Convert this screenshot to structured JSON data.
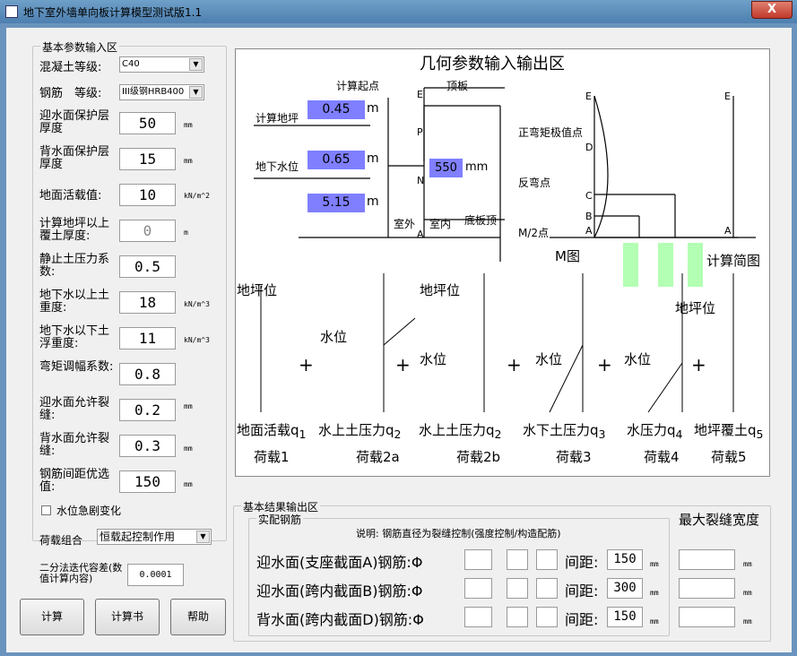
{
  "window": {
    "title": "地下室外墙单向板计算模型测试版1.1",
    "close": "X"
  },
  "params": {
    "title": "基本参数输入区",
    "concrete_label": "混凝土等级:",
    "concrete_value": "C40",
    "rebar_label": "钢筋　等级:",
    "rebar_value": "III级钢HRB400",
    "cover_water": {
      "label": "迎水面保护层厚度",
      "value": "50",
      "unit": "mm"
    },
    "cover_back": {
      "label": "背水面保护层厚度",
      "value": "15",
      "unit": "mm"
    },
    "live_load": {
      "label": "地面活载值:",
      "value": "10",
      "unit": "kN/m^2"
    },
    "soil_thick": {
      "label": "计算地坪以上覆土厚度:",
      "value": "0",
      "unit": "m"
    },
    "k0": {
      "label": "静止土压力系数:",
      "value": "0.5"
    },
    "gamma_above": {
      "label": "地下水以上土重度:",
      "value": "18",
      "unit": "kN/m^3"
    },
    "gamma_below": {
      "label": "地下水以下土浮重度:",
      "value": "11",
      "unit": "kN/m^3"
    },
    "moment_adj": {
      "label": "弯矩调幅系数:",
      "value": "0.8"
    },
    "crack_water": {
      "label": "迎水面允许裂缝:",
      "value": "0.2",
      "unit": "mm"
    },
    "crack_back": {
      "label": "背水面允许裂缝:",
      "value": "0.3",
      "unit": "mm"
    },
    "spacing": {
      "label": "钢筋间距优选值:",
      "value": "150",
      "unit": "mm"
    },
    "water_change": "水位急剧变化",
    "combo_label": "荷载组合",
    "combo_value": "恒载起控制作用",
    "tol_label": "二分法迭代容差(数值计算内容)",
    "tol_value": "0.0001"
  },
  "buttons": {
    "calc": "计算",
    "report": "计算书",
    "help": "帮助"
  },
  "canvas": {
    "title": "几何参数输入输出区",
    "calc_start": "计算起点",
    "roof": "顶板",
    "calc_ground": "计算地坪",
    "groundwater": "地下水位",
    "h1": "0.45",
    "h2": "0.65",
    "h3": "5.15",
    "m": "m",
    "thick": "550",
    "mm": "mm",
    "outdoor": "室外",
    "indoor": "室内",
    "floor_top": "底板顶",
    "pts": {
      "E": "E",
      "P": "P",
      "N": "N",
      "A": "A",
      "B": "B",
      "C": "C",
      "D": "D"
    },
    "max_pos": "正弯矩极值点",
    "inflection": "反弯点",
    "m2": "M/2点",
    "m_diagram": "M图",
    "calc_diagram": "计算简图",
    "plus": "+",
    "ground_level": "地坪位",
    "water_level": "水位",
    "loads": [
      {
        "name": "地面活载q",
        "sub": "1",
        "case": "荷载1"
      },
      {
        "name": "水上土压力q",
        "sub": "2",
        "case": "荷载2a"
      },
      {
        "name": "水上土压力q",
        "sub": "2",
        "case": "荷载2b"
      },
      {
        "name": "水下土压力q",
        "sub": "3",
        "case": "荷载3"
      },
      {
        "name": "水压力q",
        "sub": "4",
        "case": "荷载4"
      },
      {
        "name": "地坪覆土q",
        "sub": "5",
        "case": "荷载5"
      }
    ]
  },
  "results": {
    "title": "基本结果输出区",
    "rebar_group": "实配钢筋",
    "note": "说明: 钢筋直径为裂缝控制(强度控制/构造配筋)",
    "max_crack": "最大裂缝宽度",
    "rows": [
      {
        "label": "迎水面(支座截面A)钢筋:Φ",
        "spacing_label": "间距:",
        "spacing": "150",
        "unit": "mm",
        "crack_unit": "mm"
      },
      {
        "label": "迎水面(跨内截面B)钢筋:Φ",
        "spacing_label": "间距:",
        "spacing": "300",
        "unit": "mm",
        "crack_unit": "mm"
      },
      {
        "label": "背水面(跨内截面D)钢筋:Φ",
        "spacing_label": "间距:",
        "spacing": "150",
        "unit": "mm",
        "crack_unit": "mm"
      }
    ]
  },
  "colors": {
    "input_fill": "#7f7fff",
    "bar_green": "#b3ffb3"
  }
}
